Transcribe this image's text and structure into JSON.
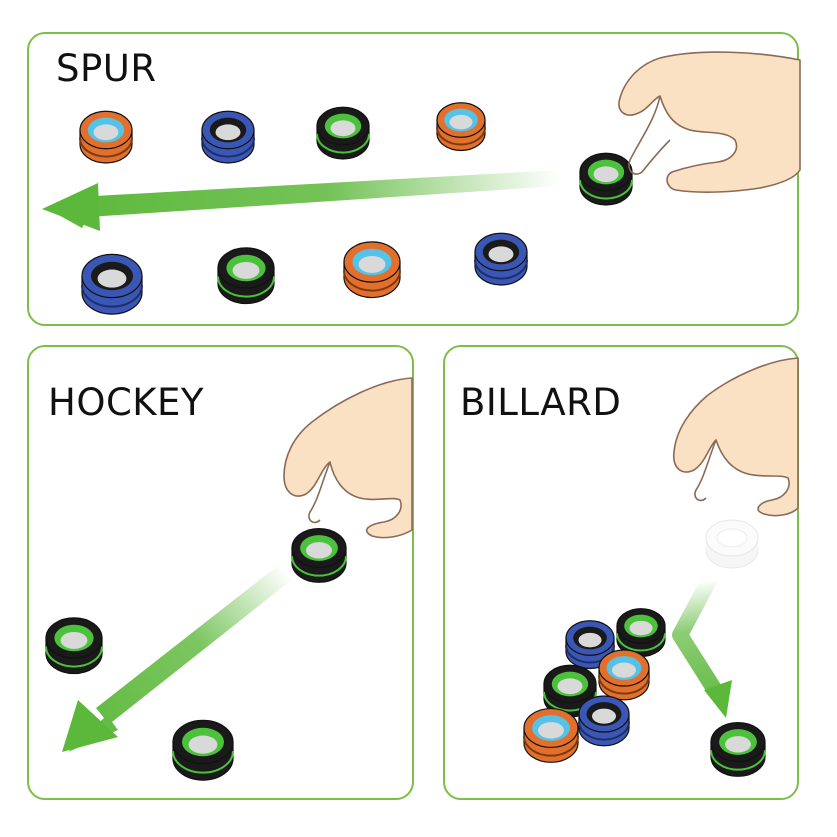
{
  "panels": {
    "spur": {
      "title": "SPUR"
    },
    "hockey": {
      "title": "HOCKEY"
    },
    "billard": {
      "title": "BILLARD"
    }
  },
  "colors": {
    "frame": "#7bbf4a",
    "arrow": "#5cb83a",
    "ring_body": "#1a1a1a",
    "ring_green": "#4cc13c",
    "ring_blue": "#3a57b5",
    "ring_orange": "#e2702c",
    "ring_cyan": "#55c3e8",
    "skin": "#fbe1c4",
    "skin_outline": "#8a6a55"
  },
  "icons": {
    "hand": "hand-flick-icon",
    "ring": "magnetic-ring-icon",
    "arrow": "motion-arrow-icon"
  }
}
